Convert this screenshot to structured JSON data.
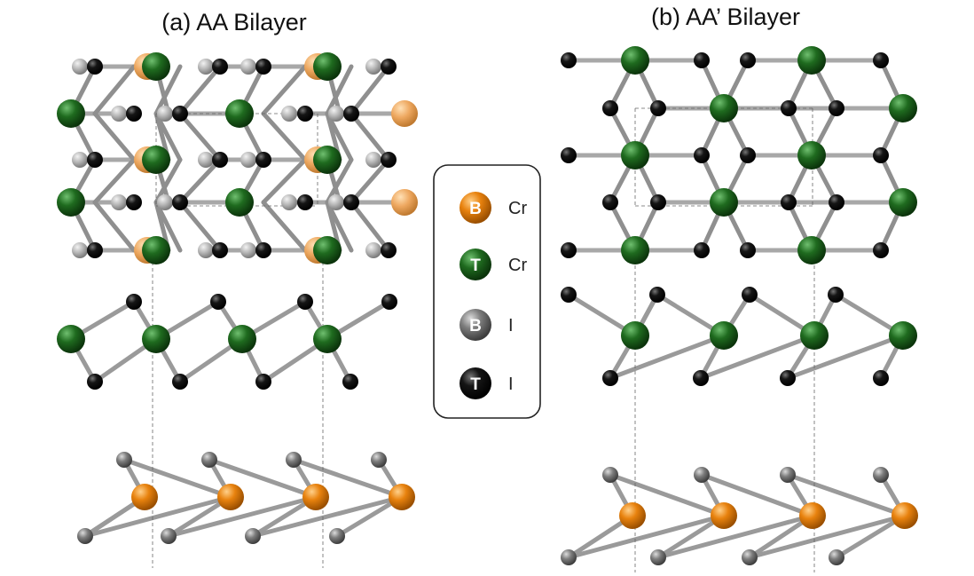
{
  "panels": [
    {
      "id": "a",
      "title": "(a) AA Bilayer"
    },
    {
      "id": "b",
      "title": "(b) AA’ Bilayer"
    }
  ],
  "legend": {
    "items": [
      {
        "letter": "B",
        "label": "Cr",
        "color": "#e8820e",
        "name": "legend-cr-bottom"
      },
      {
        "letter": "T",
        "label": "Cr",
        "color": "#1f6b1f",
        "name": "legend-cr-top"
      },
      {
        "letter": "B",
        "label": "I",
        "color": "#8a8a8a",
        "name": "legend-i-bottom"
      },
      {
        "letter": "T",
        "label": "I",
        "color": "#111111",
        "name": "legend-i-top"
      }
    ]
  },
  "colors": {
    "cr_bottom": "#e8820e",
    "cr_top": "#1f6b1f",
    "i_bottom": "#7d7d7d",
    "i_top": "#0d0d0d",
    "bond": "#9a9a9a"
  }
}
